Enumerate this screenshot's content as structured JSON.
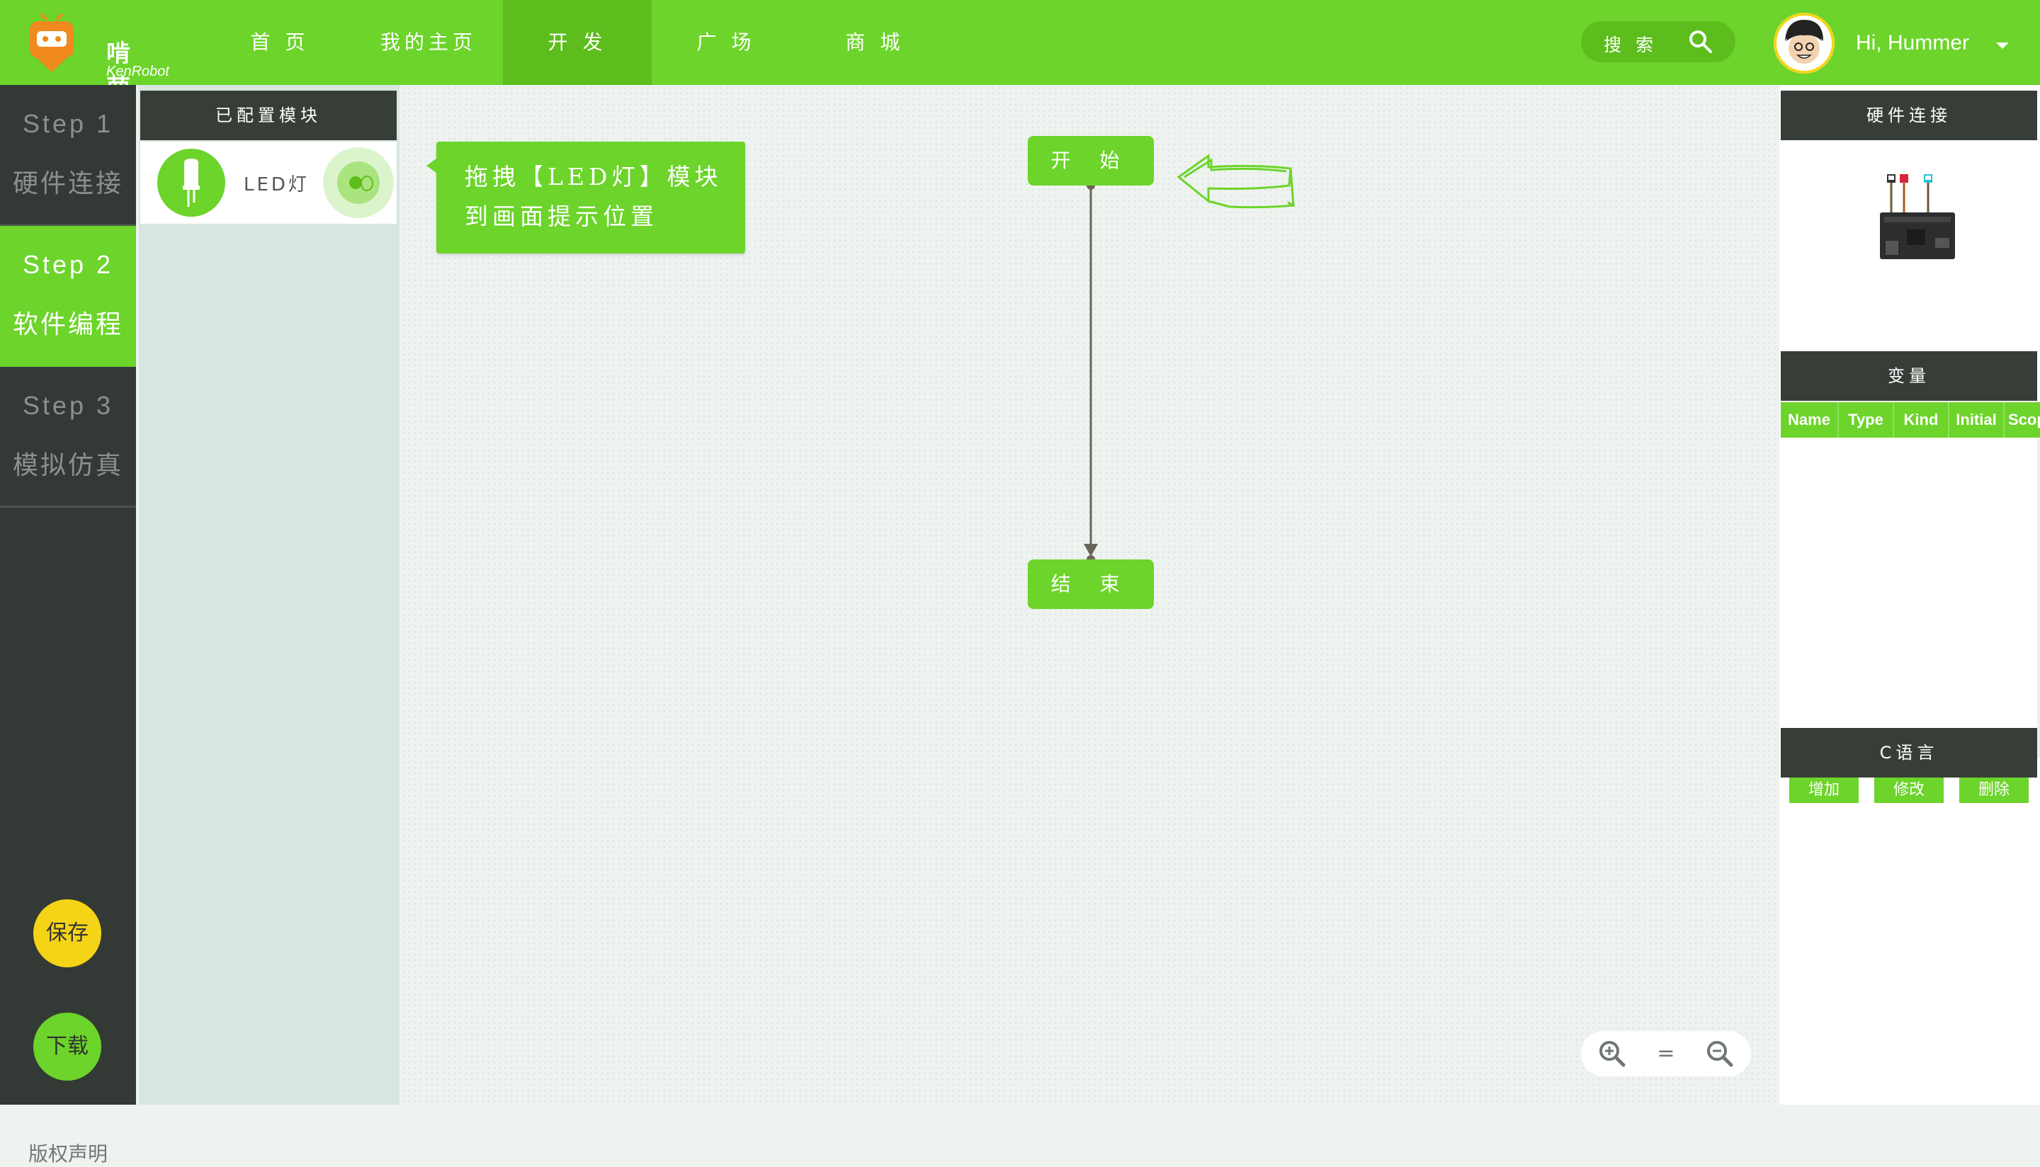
{
  "header": {
    "logo_text": "啃萝卜",
    "logo_sub": "KenRobot",
    "nav": [
      {
        "label": "首 页"
      },
      {
        "label": "我的主页"
      },
      {
        "label": "开 发"
      },
      {
        "label": "广 场"
      },
      {
        "label": "商 城"
      }
    ],
    "active_nav": "开 发",
    "search_label": "搜 索",
    "user_greeting": "Hi,  Hummer",
    "accent_color": "#6cd42a"
  },
  "steps": [
    {
      "num": "Step 1",
      "name": "硬件连接",
      "active": false
    },
    {
      "num": "Step 2",
      "name": "软件编程",
      "active": true
    },
    {
      "num": "Step 3",
      "name": "模拟仿真",
      "active": false
    }
  ],
  "actions": {
    "save": "保存",
    "download": "下载",
    "copyright": "版权声明"
  },
  "modules": {
    "title": "已配置模块",
    "items": [
      {
        "label": "LED灯",
        "icon": "led-icon"
      }
    ]
  },
  "canvas": {
    "tip": "拖拽【LED灯】模块到画面提示位置",
    "start_node": "开 始",
    "end_node": "结 束",
    "zoom_reset": "="
  },
  "right": {
    "hardware_title": "硬件连接",
    "variables_title": "变量",
    "var_columns": [
      "Name",
      "Type",
      "Kind",
      "Initial",
      "Scope"
    ],
    "var_buttons": [
      "增加",
      "修改",
      "删除"
    ],
    "scroll_fraction": 0.36,
    "c_title": "C语言"
  }
}
